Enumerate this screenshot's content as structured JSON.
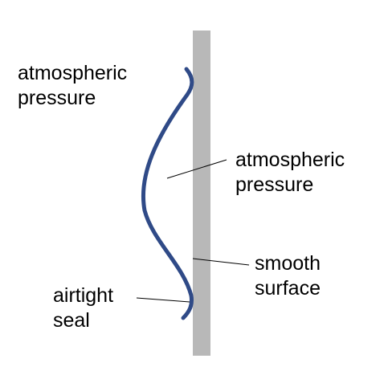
{
  "labels": {
    "atmospheric_outside": {
      "line1": "atmospheric",
      "line2": "pressure"
    },
    "atmospheric_inside": {
      "line1": "atmospheric",
      "line2": "pressure"
    },
    "smooth_surface": {
      "line1": "smooth",
      "line2": "surface"
    },
    "airtight_seal": {
      "line1": "airtight",
      "line2": "seal"
    }
  },
  "colors": {
    "surface": "#b8b8b8",
    "cup": "#2f4a87",
    "leader": "#000000",
    "text": "#000000"
  }
}
